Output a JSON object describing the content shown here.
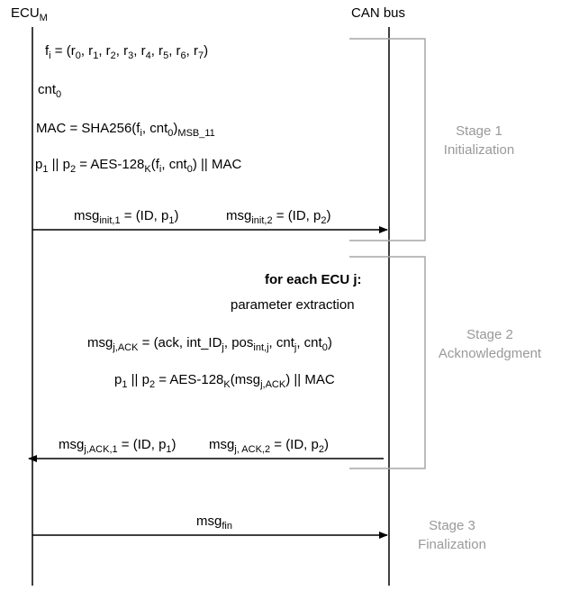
{
  "participants": {
    "ecu": {
      "base": "ECU",
      "sub": "M"
    },
    "can": "CAN bus"
  },
  "stage1": {
    "f_base": "f",
    "f_sub": "i",
    "f_eq": " = (r",
    "r0": "0",
    "c1": ", r",
    "r1": "1",
    "c2": ", r",
    "r2": "2",
    "c3": ", r",
    "r3": "3",
    "c4": ", r",
    "r4": "4",
    "c5": ", r",
    "r5": "5",
    "c6": ", r",
    "r6": "6",
    "c7": ", r",
    "r7": "7",
    "f_close": ")",
    "cnt_base": "cnt",
    "cnt_sub": "0",
    "mac_a": "MAC = SHA256(f",
    "mac_sub_i": "i",
    "mac_b": ", cnt",
    "mac_sub_0": "0",
    "mac_c": ")",
    "mac_sub_msb": "MSB_11",
    "p_a": "p",
    "p_sub1": "1",
    "p_b": " || p",
    "p_sub2": "2",
    "p_c": " = AES-128",
    "p_subK": "K",
    "p_d": "(f",
    "p_sub_i": "i",
    "p_e": ", cnt",
    "p_sub_0": "0",
    "p_f": ") || MAC",
    "m1_a": "msg",
    "m1_sub": "init,1",
    "m1_b": " = (ID, p",
    "m1_sub2": "1",
    "m1_c": ")",
    "m2_a": "msg",
    "m2_sub": "init,2",
    "m2_b": " = (ID, p",
    "m2_sub2": "2",
    "m2_c": ")",
    "label_1": "Stage 1",
    "label_2": "Initialization"
  },
  "stage2": {
    "for_each": "for each ECU j:",
    "extract": "parameter extraction",
    "ack_a": "msg",
    "ack_sub": "j,ACK",
    "ack_b": " = (ack, int_ID",
    "ack_sub_j": "j",
    "ack_c": ", pos",
    "ack_sub_pos": "int,j",
    "ack_d": ", cnt",
    "ack_sub_j2": "j",
    "ack_e": ", cnt",
    "ack_sub_0": "0",
    "ack_f": ")",
    "p_a": "p",
    "p_sub1": "1",
    "p_b": " || p",
    "p_sub2": "2",
    "p_c": " = AES-128",
    "p_subK": "K",
    "p_d": "(msg",
    "p_sub_msg": "j,ACK",
    "p_e": ") || MAC",
    "r1_a": "msg",
    "r1_sub": "j,ACK,1",
    "r1_b": " = (ID, p",
    "r1_sub2": "1",
    "r1_c": ")",
    "r2_a": "msg",
    "r2_sub": "j, ACK,2",
    "r2_b": " = (ID, p",
    "r2_sub2": "2",
    "r2_c": ")",
    "label_1": "Stage 2",
    "label_2": "Acknowledgment"
  },
  "stage3": {
    "fin_a": "msg",
    "fin_sub": "fin",
    "label_1": "Stage 3",
    "label_2": "Finalization"
  }
}
